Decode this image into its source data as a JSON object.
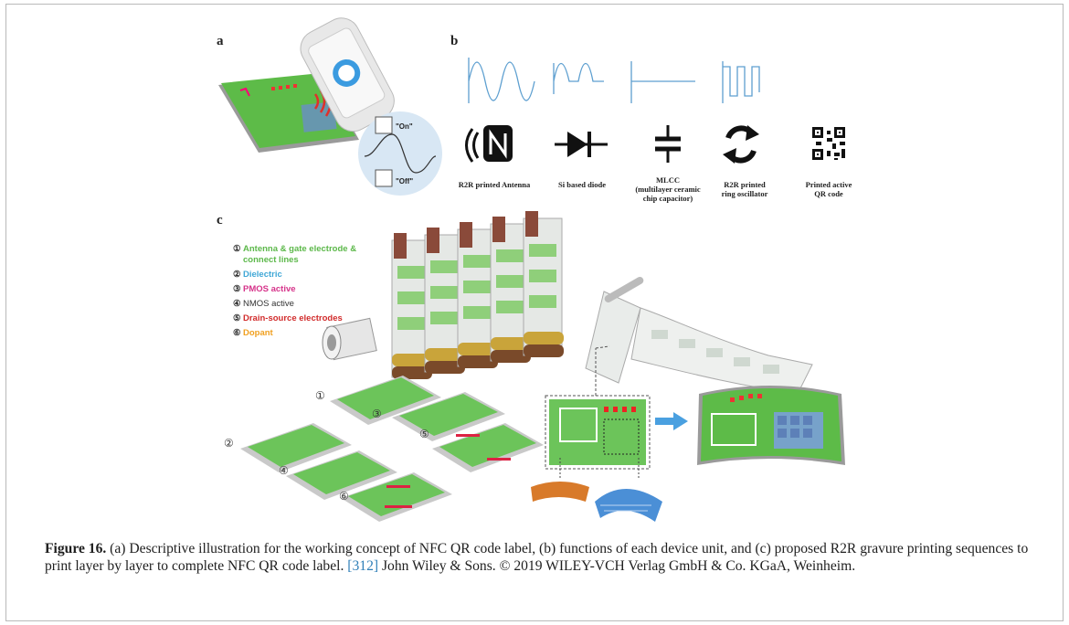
{
  "panel_labels": {
    "a": "a",
    "b": "b",
    "c": "c"
  },
  "panel_a": {
    "on_label": "\"On\"",
    "off_label": "\"Off\""
  },
  "panel_b": {
    "units": [
      {
        "name": "R2R printed Antenna",
        "icon": "nfc-antenna-icon"
      },
      {
        "name": "Si based diode",
        "icon": "diode-icon"
      },
      {
        "name": "MLCC",
        "sub1": "(multilayer ceramic",
        "sub2": "chip capacitor)",
        "icon": "capacitor-icon"
      },
      {
        "name": "R2R printed",
        "sub1": "ring oscillator",
        "icon": "ring-oscillator-icon"
      },
      {
        "name": "Printed active",
        "sub1": "QR code",
        "icon": "qr-code-icon"
      }
    ],
    "waveforms": [
      "sine",
      "rectified",
      "dc",
      "square"
    ]
  },
  "panel_c": {
    "legend": [
      {
        "num": "①",
        "text": "Antenna & gate electrode &",
        "text2": "connect lines",
        "color": "#5cb84a"
      },
      {
        "num": "②",
        "text": "Dielectric",
        "color": "#3fa7d6"
      },
      {
        "num": "③",
        "text": "PMOS active",
        "color": "#d6338a"
      },
      {
        "num": "④",
        "text": "NMOS active",
        "color": "#333333"
      },
      {
        "num": "⑤",
        "text": "Drain-source electrodes",
        "color": "#d12b2b"
      },
      {
        "num": "⑥",
        "text": "Dopant",
        "color": "#f0a020"
      }
    ],
    "step_markers": [
      "①",
      "②",
      "③",
      "④",
      "⑤",
      "⑥"
    ]
  },
  "caption": {
    "label": "Figure 16.",
    "text1": " (a) Descriptive illustration for the working concept of NFC QR code label, (b) functions of each device unit, and (c) proposed R2R gravure printing sequences to print layer by layer to complete NFC QR code label. ",
    "ref": "[312]",
    "text2": " John Wiley & Sons. © 2019 WILEY-VCH Verlag GmbH & Co. KGaA, Weinheim."
  }
}
